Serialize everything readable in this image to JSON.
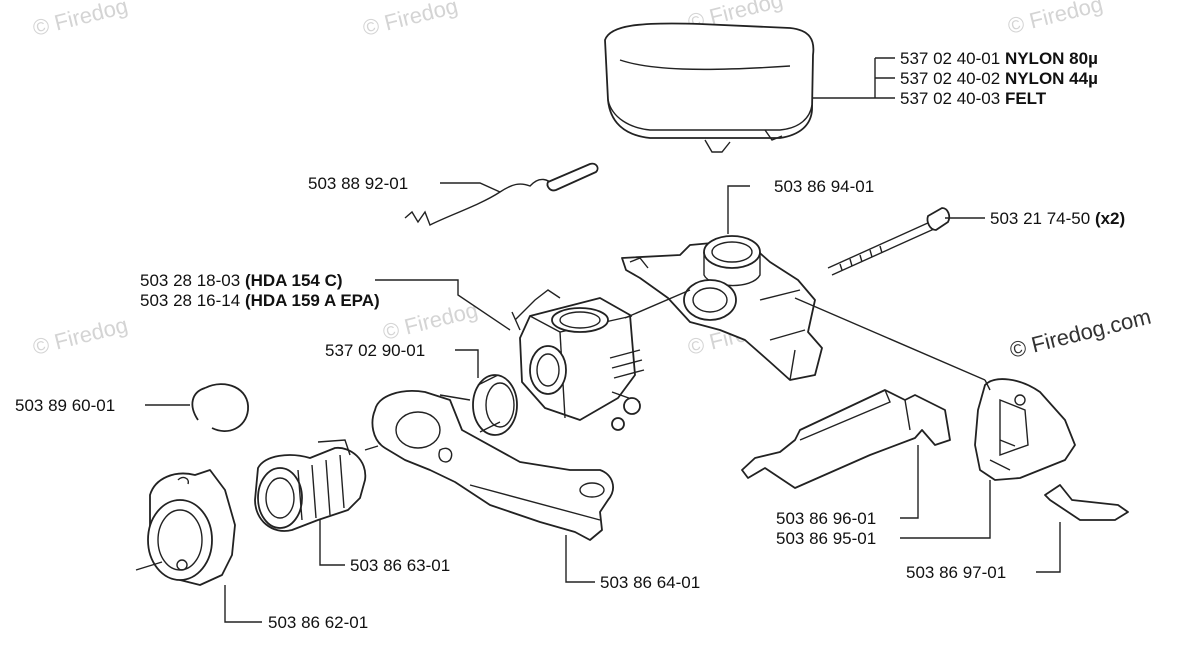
{
  "brand": "© Firedog.com",
  "watermark": "© Firedog",
  "labels": {
    "air_filter_1_num": "537 02 40-01",
    "air_filter_1_spec": "NYLON 80µ",
    "air_filter_2_num": "537 02 40-02",
    "air_filter_2_spec": "NYLON 44µ",
    "air_filter_3_num": "537 02 40-03",
    "air_filter_3_spec": "FELT",
    "choke_rod": "503 88 92-01",
    "carb_holder": "503 86 94-01",
    "bolt_num": "503 21 74-50",
    "bolt_qty": "(x2)",
    "carb_1_num": "503 28 18-03",
    "carb_1_model": "(HDA 154 C)",
    "carb_2_num": "503 28 16-14",
    "carb_2_model": "(HDA 159 A  EPA)",
    "gasket": "537 02 90-01",
    "circlip": "503 89 60-01",
    "lever": "503 86 96-01",
    "cover": "503 86 95-01",
    "spring": "503 86 97-01",
    "intake_hose": "503 86 63-01",
    "intake_plate": "503 86 64-01",
    "flange": "503 86 62-01"
  }
}
